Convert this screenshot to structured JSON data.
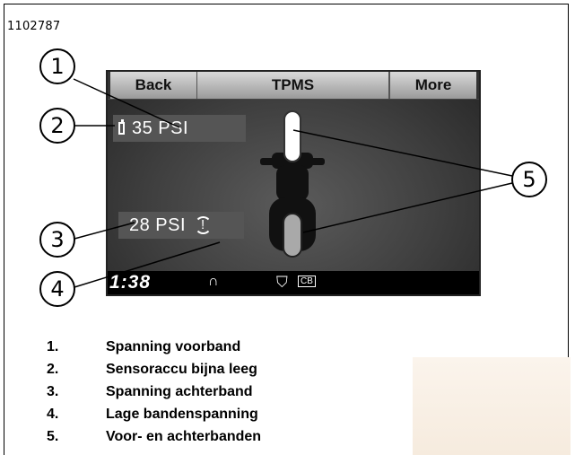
{
  "figure": {
    "id": "1102787"
  },
  "screen": {
    "topbar": {
      "back_label": "Back",
      "title": "TPMS",
      "more_label": "More"
    },
    "front_pressure": "35 PSI",
    "rear_pressure": "28 PSI",
    "low_pressure_icon": "tire-pressure-warning-icon",
    "battery_icon": "battery-low-icon",
    "status": {
      "clock": "1:38",
      "headset_icon": "headset-icon",
      "bar_shield_icon": "bar-and-shield-icon",
      "cb_label": "CB"
    }
  },
  "callouts": [
    "1",
    "2",
    "3",
    "4",
    "5"
  ],
  "legend": [
    {
      "num": "1.",
      "text": "Spanning voorband"
    },
    {
      "num": "2.",
      "text": "Sensoraccu bijna leeg"
    },
    {
      "num": "3.",
      "text": "Spanning achterband"
    },
    {
      "num": "4.",
      "text": "Lage bandenspanning"
    },
    {
      "num": "5.",
      "text": "Voor- en achterbanden"
    }
  ]
}
